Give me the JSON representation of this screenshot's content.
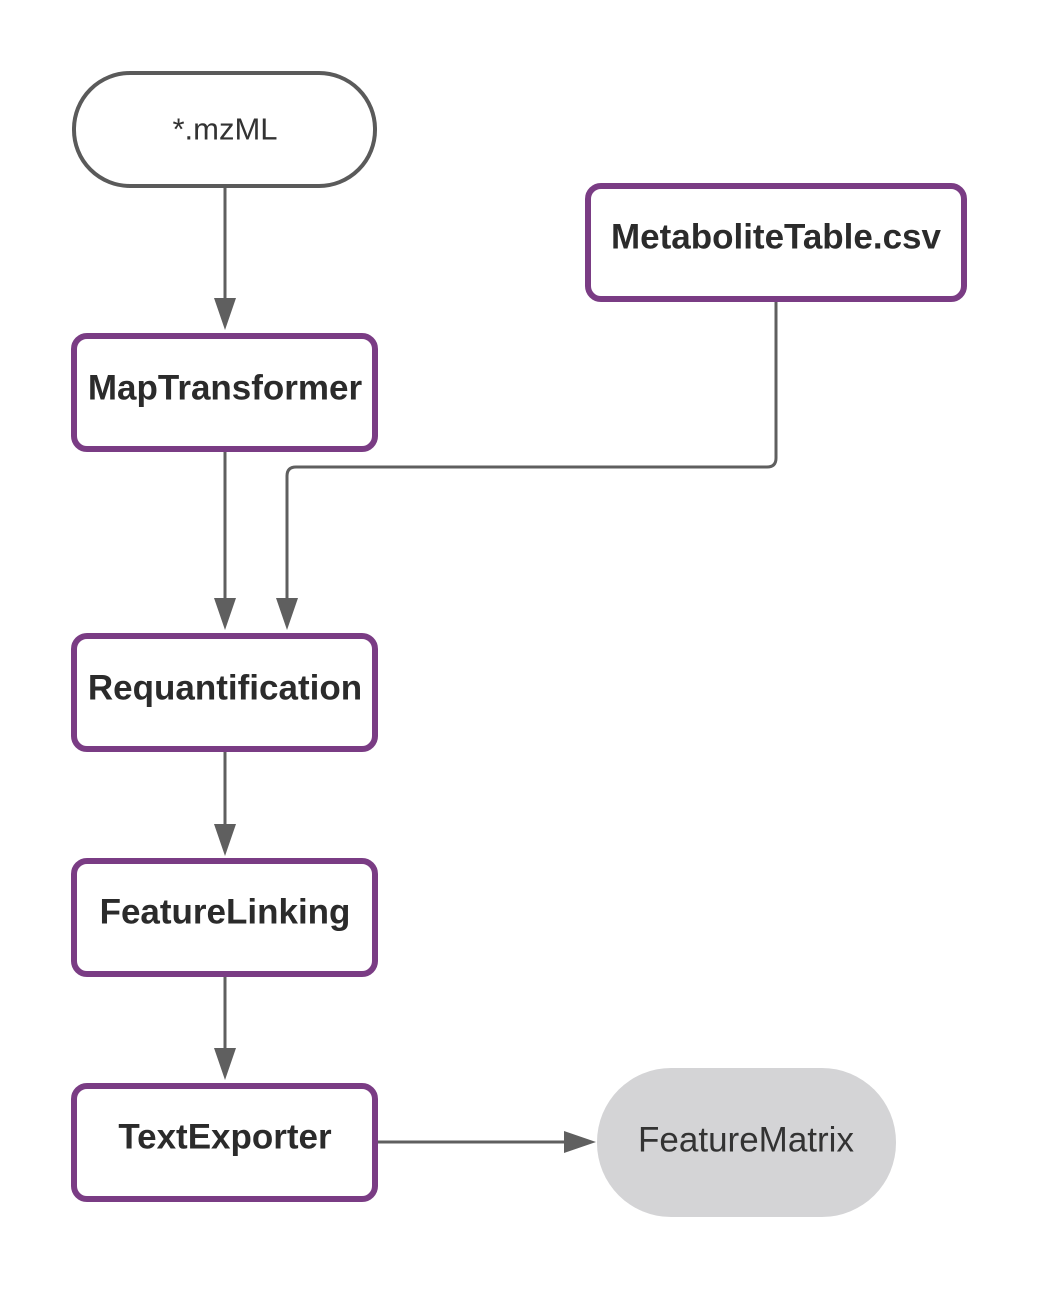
{
  "diagram": {
    "type": "flowchart",
    "colors": {
      "process_border": "#7a3c84",
      "terminal_border": "#5a5a5a",
      "endpoint_fill": "#d4d4d6",
      "edge": "#5f5f5f",
      "text": "#2b2b2b"
    },
    "nodes": {
      "mzml": {
        "label": "*.mzML",
        "shape": "terminal"
      },
      "metabolite_table": {
        "label": "MetaboliteTable.csv",
        "shape": "process"
      },
      "map_transformer": {
        "label": "MapTransformer",
        "shape": "process"
      },
      "requantification": {
        "label": "Requantification",
        "shape": "process"
      },
      "feature_linking": {
        "label": "FeatureLinking",
        "shape": "process"
      },
      "text_exporter": {
        "label": "TextExporter",
        "shape": "process"
      },
      "feature_matrix": {
        "label": "FeatureMatrix",
        "shape": "terminal-filled"
      }
    },
    "edges": [
      {
        "from": "mzml",
        "to": "map_transformer"
      },
      {
        "from": "map_transformer",
        "to": "requantification"
      },
      {
        "from": "metabolite_table",
        "to": "requantification"
      },
      {
        "from": "requantification",
        "to": "feature_linking"
      },
      {
        "from": "feature_linking",
        "to": "text_exporter"
      },
      {
        "from": "text_exporter",
        "to": "feature_matrix"
      }
    ]
  }
}
